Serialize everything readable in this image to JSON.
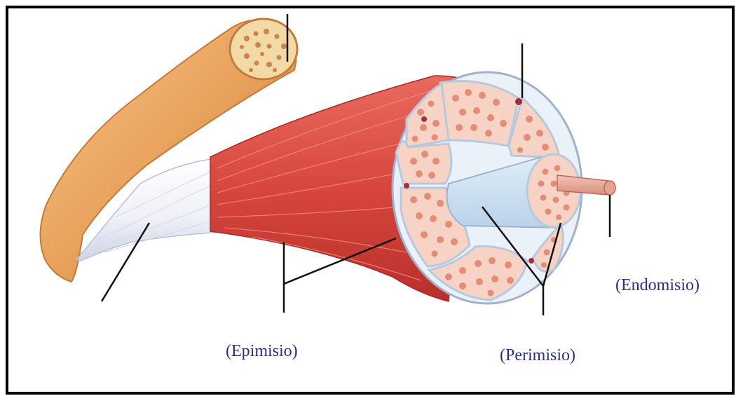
{
  "labels": {
    "epimisio": "(Epimisio)",
    "perimisio": "(Perimisio)",
    "endomisio": "(Endomisio)"
  },
  "colors": {
    "text": "#2a2f86",
    "bone": "#e8a25c",
    "muscle": "#d8463e",
    "tendon": "#f2f2f6",
    "fascicle": "#f6d3c4",
    "fiber": "#e58c76"
  }
}
